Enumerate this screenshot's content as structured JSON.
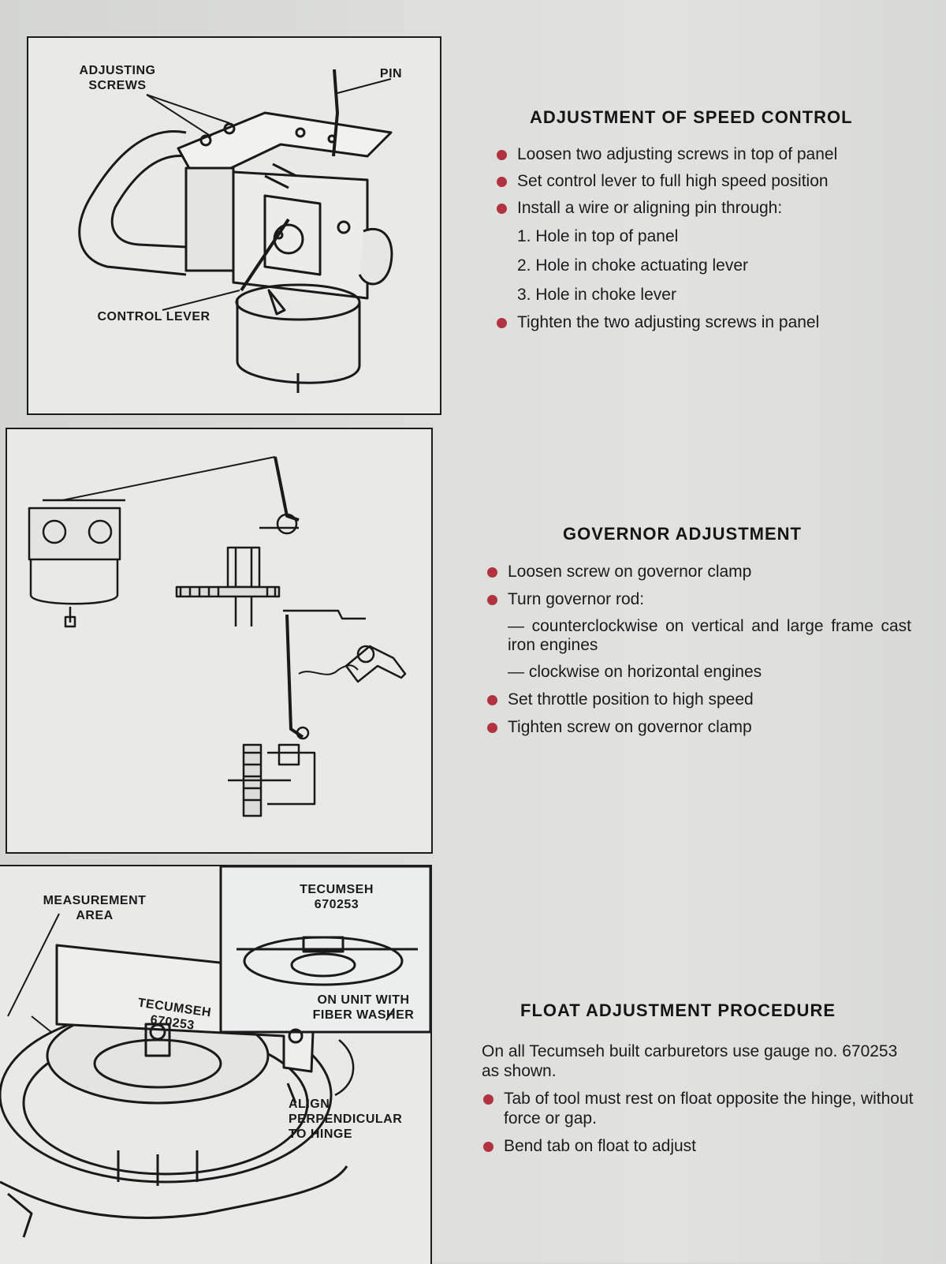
{
  "colors": {
    "bullet": "#b0333f",
    "ink": "#1b1b1b",
    "paper": "#dcdddb"
  },
  "speed_control": {
    "heading": "ADJUSTMENT OF SPEED CONTROL",
    "bullets_a": [
      "Loosen two adjusting screws in top of panel",
      "Set control lever to full high speed position",
      "Install a wire or aligning pin through:"
    ],
    "steps": [
      "1. Hole in top of panel",
      "2. Hole in choke actuating lever",
      "3. Hole in choke lever"
    ],
    "bullet_b": "Tighten the two adjusting screws in panel"
  },
  "governor": {
    "heading": "GOVERNOR ADJUSTMENT",
    "bullet_1": "Loosen screw on governor clamp",
    "bullet_2": "Turn governor rod:",
    "dash_1": "— counterclockwise on vertical and large frame cast iron engines",
    "dash_2": "— clockwise on horizontal engines",
    "bullet_3": "Set throttle position to high speed",
    "bullet_4": "Tighten screw on governor clamp"
  },
  "float": {
    "heading": "FLOAT ADJUSTMENT PROCEDURE",
    "intro": "On all Tecumseh built carburetors use gauge no. 670253 as shown.",
    "bullet_1": "Tab of tool must rest on float opposite the hinge, without force or gap.",
    "bullet_2": "Bend tab on float to adjust"
  },
  "figure1": {
    "label_adjusting_screws": "ADJUSTING SCREWS",
    "label_pin": "PIN",
    "label_control_lever": "CONTROL LEVER"
  },
  "figure3": {
    "label_measurement_area": "MEASUREMENT AREA",
    "label_tool_main": "TECUMSEH 670253",
    "label_tool_inset": "TECUMSEH 670253",
    "label_fiber_washer": "ON UNIT WITH FIBER WASHER",
    "label_align": "ALIGN PERPENDICULAR TO HINGE"
  },
  "icons": [
    "bullet-dot-icon",
    "carburetor-illustration",
    "governor-linkage-illustration",
    "float-gauge-illustration"
  ]
}
